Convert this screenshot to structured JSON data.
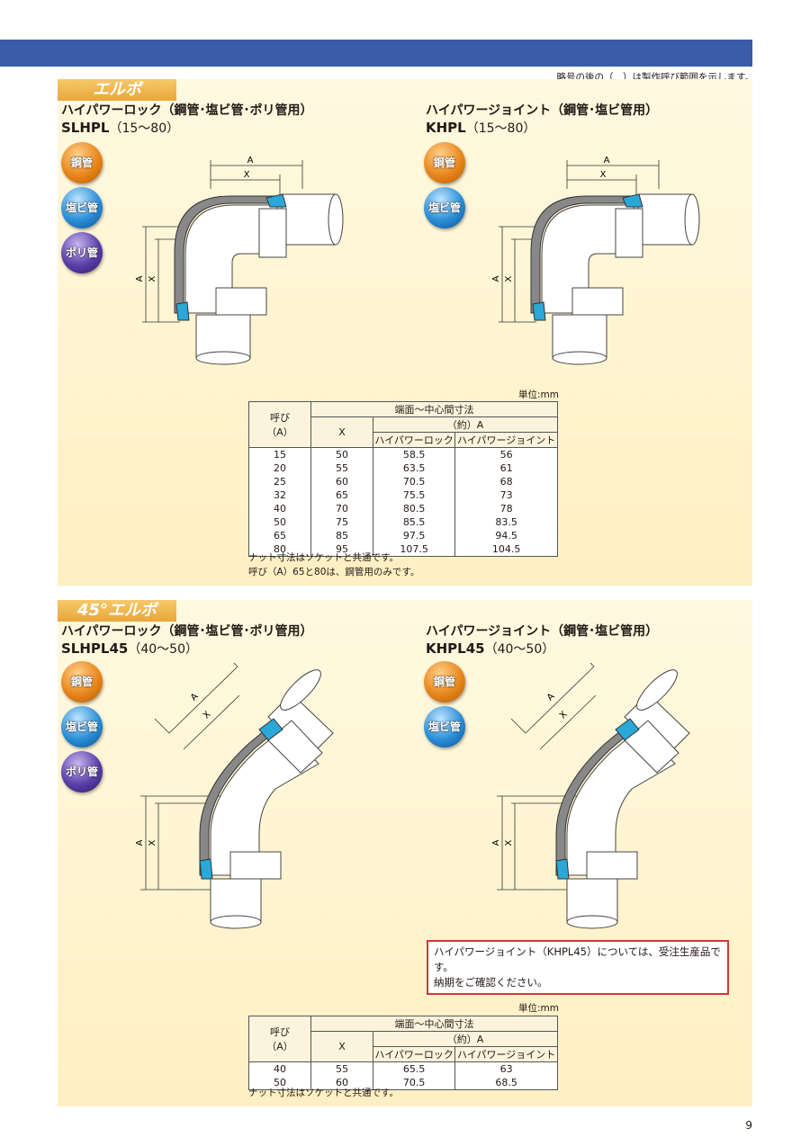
{
  "header_note": "略号の後の（　）は製作呼び範囲を示します。",
  "page_number": "9",
  "elbow": {
    "tag": "エルボ",
    "left": {
      "title": "ハイパワーロック（鋼管･塩ビ管･ポリ管用）",
      "code": "SLHPL",
      "range": "（15～80）",
      "badges": [
        "鋼管",
        "塩ビ管",
        "ポリ管"
      ]
    },
    "right": {
      "title": "ハイパワージョイント（鋼管･塩ビ管用）",
      "code": "KHPL",
      "range": "（15～80）",
      "badges": [
        "鋼管",
        "塩ビ管"
      ]
    },
    "dim_a": "A",
    "dim_x": "X",
    "unit": "単位:mm",
    "table": {
      "h_yobi": "呼び",
      "h_yobi_a": "（A）",
      "h_dim": "端面～中心間寸法",
      "h_x": "X",
      "h_approx": "（約）A",
      "h_lock": "ハイパワーロック",
      "h_joint": "ハイパワージョイント",
      "rows": [
        [
          "15",
          "50",
          "58.5",
          "56"
        ],
        [
          "20",
          "55",
          "63.5",
          "61"
        ],
        [
          "25",
          "60",
          "70.5",
          "68"
        ],
        [
          "32",
          "65",
          "75.5",
          "73"
        ],
        [
          "40",
          "70",
          "80.5",
          "78"
        ],
        [
          "50",
          "75",
          "85.5",
          "83.5"
        ],
        [
          "65",
          "85",
          "97.5",
          "94.5"
        ],
        [
          "80",
          "95",
          "107.5",
          "104.5"
        ]
      ]
    },
    "notes": [
      "ナット寸法はソケットと共通です。",
      "呼び（A）65と80は、鋼管用のみです。"
    ]
  },
  "elbow45": {
    "tag": "45°エルボ",
    "left": {
      "title": "ハイパワーロック（鋼管･塩ビ管･ポリ管用）",
      "code": "SLHPL45",
      "range": "（40～50）",
      "badges": [
        "鋼管",
        "塩ビ管",
        "ポリ管"
      ]
    },
    "right": {
      "title": "ハイパワージョイント（鋼管･塩ビ管用）",
      "code": "KHPL45",
      "range": "（40～50）",
      "badges": [
        "鋼管",
        "塩ビ管"
      ]
    },
    "dim_a": "A",
    "dim_x": "X",
    "notice": [
      "ハイパワージョイント（KHPL45）については、受注生産品です。",
      "納期をご確認ください。"
    ],
    "unit": "単位:mm",
    "table": {
      "h_yobi": "呼び",
      "h_yobi_a": "（A）",
      "h_dim": "端面～中心間寸法",
      "h_x": "X",
      "h_approx": "（約）A",
      "h_lock": "ハイパワーロック",
      "h_joint": "ハイパワージョイント",
      "rows": [
        [
          "40",
          "55",
          "65.5",
          "63"
        ],
        [
          "50",
          "60",
          "70.5",
          "68.5"
        ]
      ]
    },
    "notes": [
      "ナット寸法はソケットと共通です。"
    ]
  },
  "colors": {
    "bar": "#3a5ba8",
    "tag": "#e9a63a",
    "seal": "#2aa8d8",
    "notice_border": "#d8343a"
  }
}
